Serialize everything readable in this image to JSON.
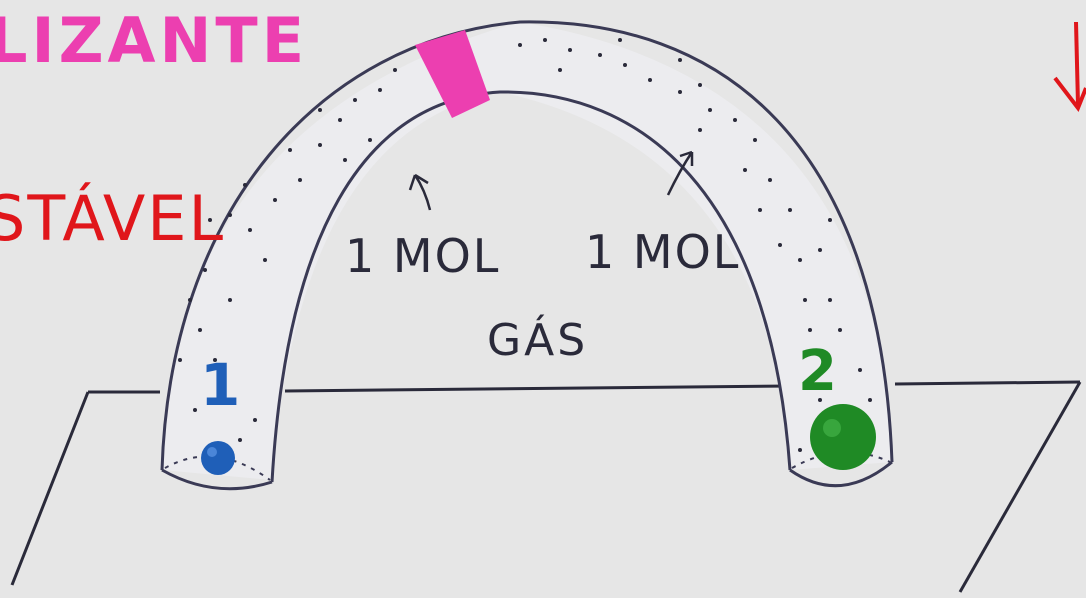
{
  "labels": {
    "top_left_pink": "LIZANTE",
    "left_red": "STÁVEL",
    "mol_left": "1 MOL",
    "mol_right": "1 MOL",
    "gas": "GÁS",
    "marker_1": "1",
    "marker_2": "2"
  },
  "icons": {
    "top_right": "down-arrow-icon",
    "mol_left_arrow": "arrow-up-left-icon",
    "mol_right_arrow": "arrow-up-right-icon"
  },
  "colors": {
    "background": "#e6e6e6",
    "ink": "#2a2a3a",
    "pink": "#ec3fb0",
    "red": "#e0161b",
    "blue": "#1f5fb8",
    "green": "#1f8a25"
  }
}
